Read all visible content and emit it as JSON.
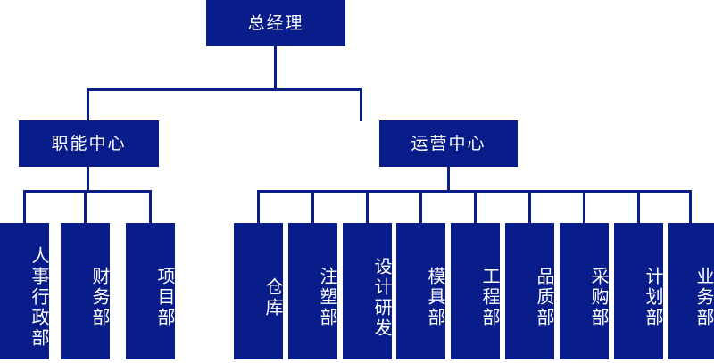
{
  "chart_title": "",
  "theme": {
    "box_fill": "#081C8A",
    "line_color": "#0B1E86",
    "text_color": "#ffffff",
    "background": "#ffffff"
  },
  "org": {
    "root": {
      "label": "总经理"
    },
    "level2": [
      {
        "label": "职能中心"
      },
      {
        "label": "运营中心"
      }
    ],
    "functional_departments": [
      {
        "label": "人事行政部"
      },
      {
        "label": "财务部"
      },
      {
        "label": "项目部"
      }
    ],
    "operations_departments": [
      {
        "label": "仓库"
      },
      {
        "label": "注塑部"
      },
      {
        "label": "设计研发"
      },
      {
        "label": "模具部"
      },
      {
        "label": "工程部"
      },
      {
        "label": "品质部"
      },
      {
        "label": "采购部"
      },
      {
        "label": "计划部"
      },
      {
        "label": "业务部"
      }
    ]
  }
}
